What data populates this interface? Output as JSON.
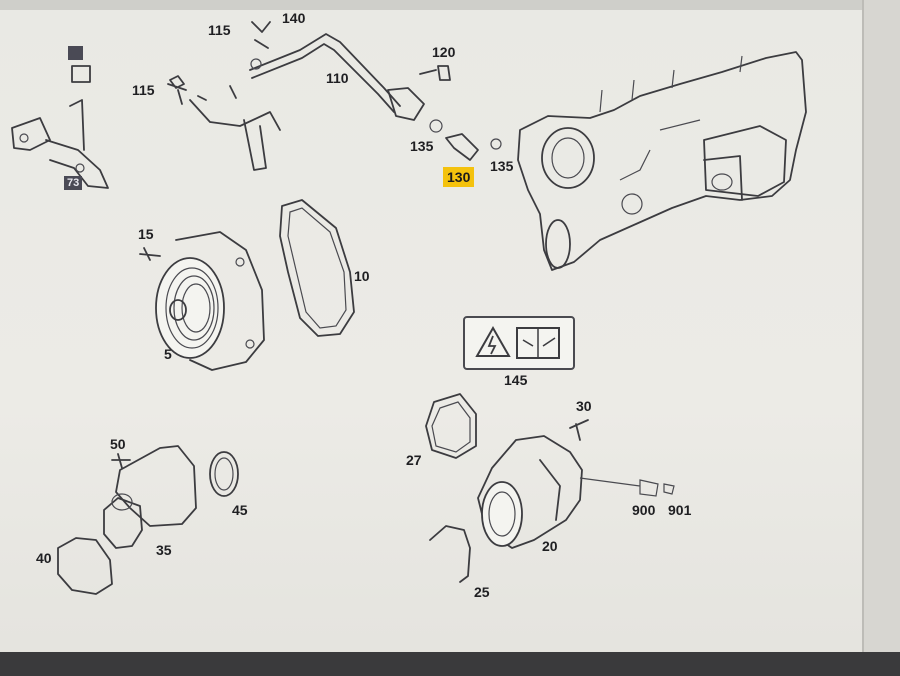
{
  "diagram": {
    "labels": {
      "l115a": "115",
      "l140": "140",
      "l120": "120",
      "l110": "110",
      "l115b": "115",
      "l135a": "135",
      "l135b": "135",
      "l130": "130",
      "l73": "73",
      "l15": "15",
      "l10": "10",
      "l5": "5",
      "l145": "145",
      "l30": "30",
      "l27": "27",
      "l50": "50",
      "l45": "45",
      "l35": "35",
      "l40": "40",
      "l20": "20",
      "l900": "900",
      "l901": "901",
      "l25": "25"
    },
    "highlight_color": "#f4c20d"
  }
}
